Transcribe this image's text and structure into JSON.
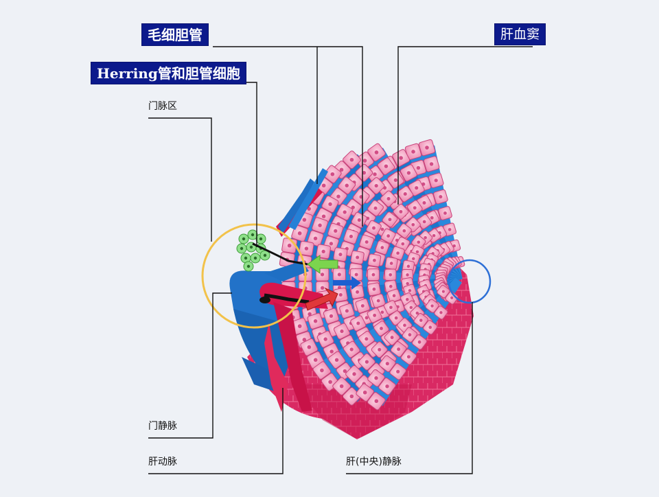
{
  "labels": {
    "bile_canaliculus": "毛细胆管",
    "hering_canal": "Herring管和胆管细胞",
    "portal_area": "门脉区",
    "hepatic_sinusoid": "肝血窦",
    "portal_vein": "门静脉",
    "hepatic_artery": "肝动脉",
    "central_vein": "肝(中央)静脉"
  },
  "colors": {
    "label_box": "#0c1a8c",
    "hepatocyte": "#f4a6c4",
    "sinusoid": "#1f7fd0",
    "artery": "#d8164c",
    "bile_cells": "#8fe08a",
    "portal_ring": "#f2c24a",
    "central_ring": "#2d6fd6",
    "bile_arrow": "#7cd44e",
    "blood_arrow": "#e0383a"
  }
}
